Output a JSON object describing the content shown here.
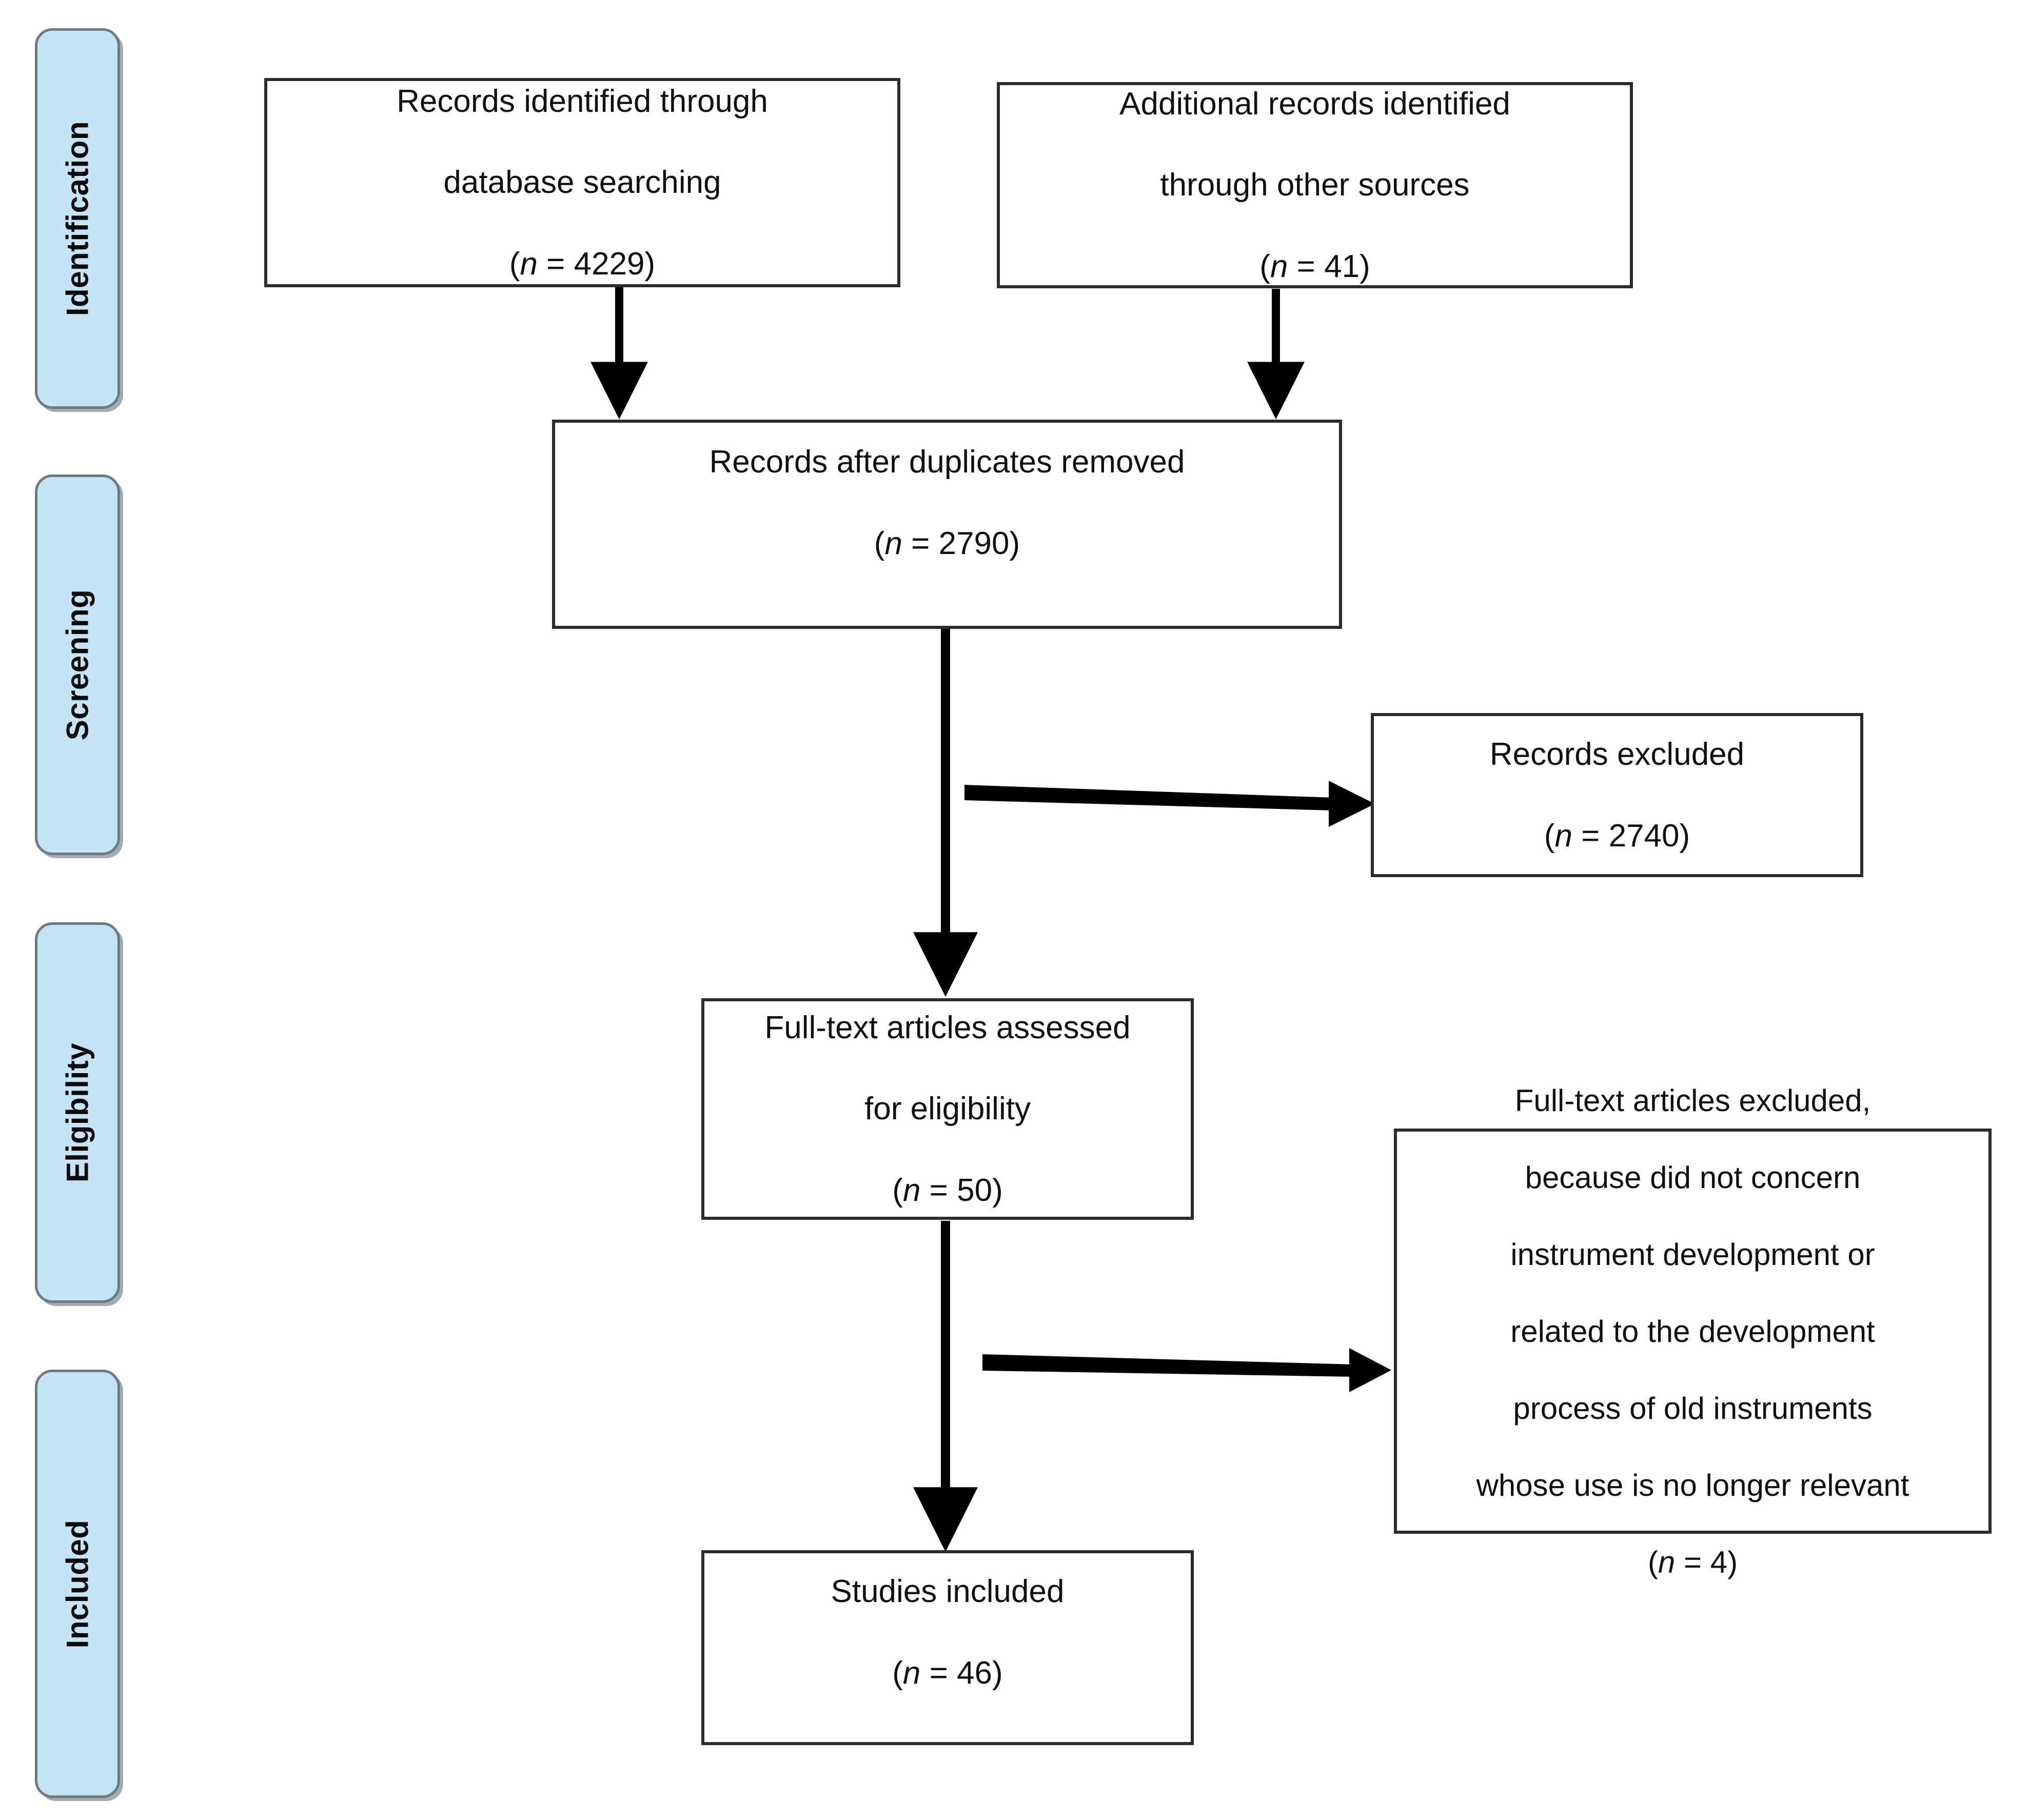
{
  "diagram": {
    "title": "PRISMA flow diagram",
    "type": "prisma-flowchart",
    "colors": {
      "pill_fill": "#c5e4f8",
      "pill_border": "#6f7a80",
      "box_border": "#2c2c2c",
      "connector": "#000000",
      "background": "#ffffff",
      "text": "#101010"
    }
  },
  "stages": [
    {
      "id": "identification",
      "label": "Identification"
    },
    {
      "id": "screening",
      "label": "Screening"
    },
    {
      "id": "eligibility",
      "label": "Eligibility"
    },
    {
      "id": "included",
      "label": "Included"
    }
  ],
  "boxes": {
    "database_search": {
      "line1": "Records identified through",
      "line2": "database searching",
      "count_label": "n",
      "count_value": "4229",
      "count_text": "(n = 4229)"
    },
    "other_sources": {
      "line1": "Additional records identified",
      "line2": "through other sources",
      "count_label": "n",
      "count_value": "41",
      "count_text": "(n = 41)"
    },
    "duplicates_removed": {
      "line1": "Records after duplicates removed",
      "count_label": "n",
      "count_value": "2790",
      "count_text": "(n = 2790)"
    },
    "records_excluded": {
      "line1": "Records excluded",
      "count_label": "n",
      "count_value": "2740",
      "count_text": "(n = 2740)"
    },
    "fulltext_assessed": {
      "line1": "Full-text articles assessed",
      "line2": "for eligibility",
      "count_label": "n",
      "count_value": "50",
      "count_text": "(n = 50)"
    },
    "fulltext_excluded": {
      "line1": "Full-text articles excluded,",
      "line2": "because did not concern",
      "line3": "instrument development or",
      "line4": "related to the development",
      "line5": "process of old instruments",
      "line6": "whose use is no longer relevant",
      "count_label": "n",
      "count_value": "4",
      "count_text": "(n = 4)"
    },
    "studies_included": {
      "line1": "Studies included",
      "count_label": "n",
      "count_value": "46",
      "count_text": "(n = 46)"
    }
  },
  "chart_data": {
    "type": "diagram",
    "title": "PRISMA flow diagram",
    "nodes": [
      {
        "id": "database_search",
        "stage": "Identification",
        "text": "Records identified through database searching",
        "n": 4229
      },
      {
        "id": "other_sources",
        "stage": "Identification",
        "text": "Additional records identified through other sources",
        "n": 41
      },
      {
        "id": "duplicates_removed",
        "stage": "Screening",
        "text": "Records after duplicates removed",
        "n": 2790
      },
      {
        "id": "records_excluded",
        "stage": "Screening",
        "text": "Records excluded",
        "n": 2740
      },
      {
        "id": "fulltext_assessed",
        "stage": "Eligibility",
        "text": "Full-text articles assessed for eligibility",
        "n": 50
      },
      {
        "id": "fulltext_excluded",
        "stage": "Eligibility",
        "text": "Full-text articles excluded, because did not concern instrument development or related to the development process of old instruments whose use is no longer relevant",
        "n": 4
      },
      {
        "id": "studies_included",
        "stage": "Included",
        "text": "Studies included",
        "n": 46
      }
    ],
    "edges": [
      {
        "from": "database_search",
        "to": "duplicates_removed",
        "kind": "arrow-down"
      },
      {
        "from": "other_sources",
        "to": "duplicates_removed",
        "kind": "arrow-down"
      },
      {
        "from": "duplicates_removed",
        "to": "fulltext_assessed",
        "kind": "arrow-down"
      },
      {
        "from": "duplicates_removed",
        "to": "records_excluded",
        "kind": "arrow-right"
      },
      {
        "from": "fulltext_assessed",
        "to": "studies_included",
        "kind": "arrow-down"
      },
      {
        "from": "fulltext_assessed",
        "to": "fulltext_excluded",
        "kind": "arrow-right"
      }
    ]
  }
}
